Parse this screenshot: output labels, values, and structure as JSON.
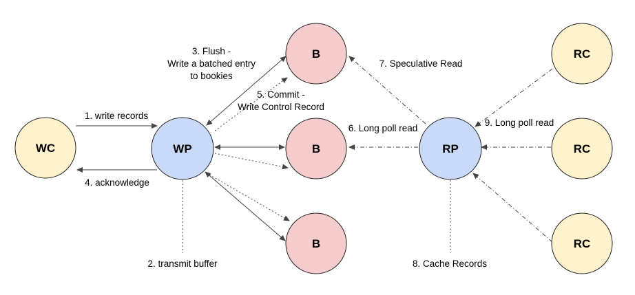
{
  "colors": {
    "writer_client": "#fff2cc",
    "proxy": "#c9daf8",
    "bookie": "#f4cccc",
    "reader_client": "#fff2cc",
    "stroke": "#222222",
    "line": "#444444"
  },
  "nodes": {
    "wc": "WC",
    "wp": "WP",
    "b1": "B",
    "b2": "B",
    "b3": "B",
    "rp": "RP",
    "rc1": "RC",
    "rc2": "RC",
    "rc3": "RC"
  },
  "labels": {
    "write_records": "1. write records",
    "acknowledge": "4. acknowledge",
    "transmit_buffer": "2. transmit buffer",
    "flush_1": "3. Flush -",
    "flush_2": "Write a batched entry",
    "flush_3": "to bookies",
    "commit_1": "5. Commit -",
    "commit_2": "Write Control Record",
    "long_poll_6": "6. Long poll read",
    "speculative_read": "7. Speculative Read",
    "cache_records": "8. Cache Records",
    "long_poll_9": "9. Long poll read"
  }
}
